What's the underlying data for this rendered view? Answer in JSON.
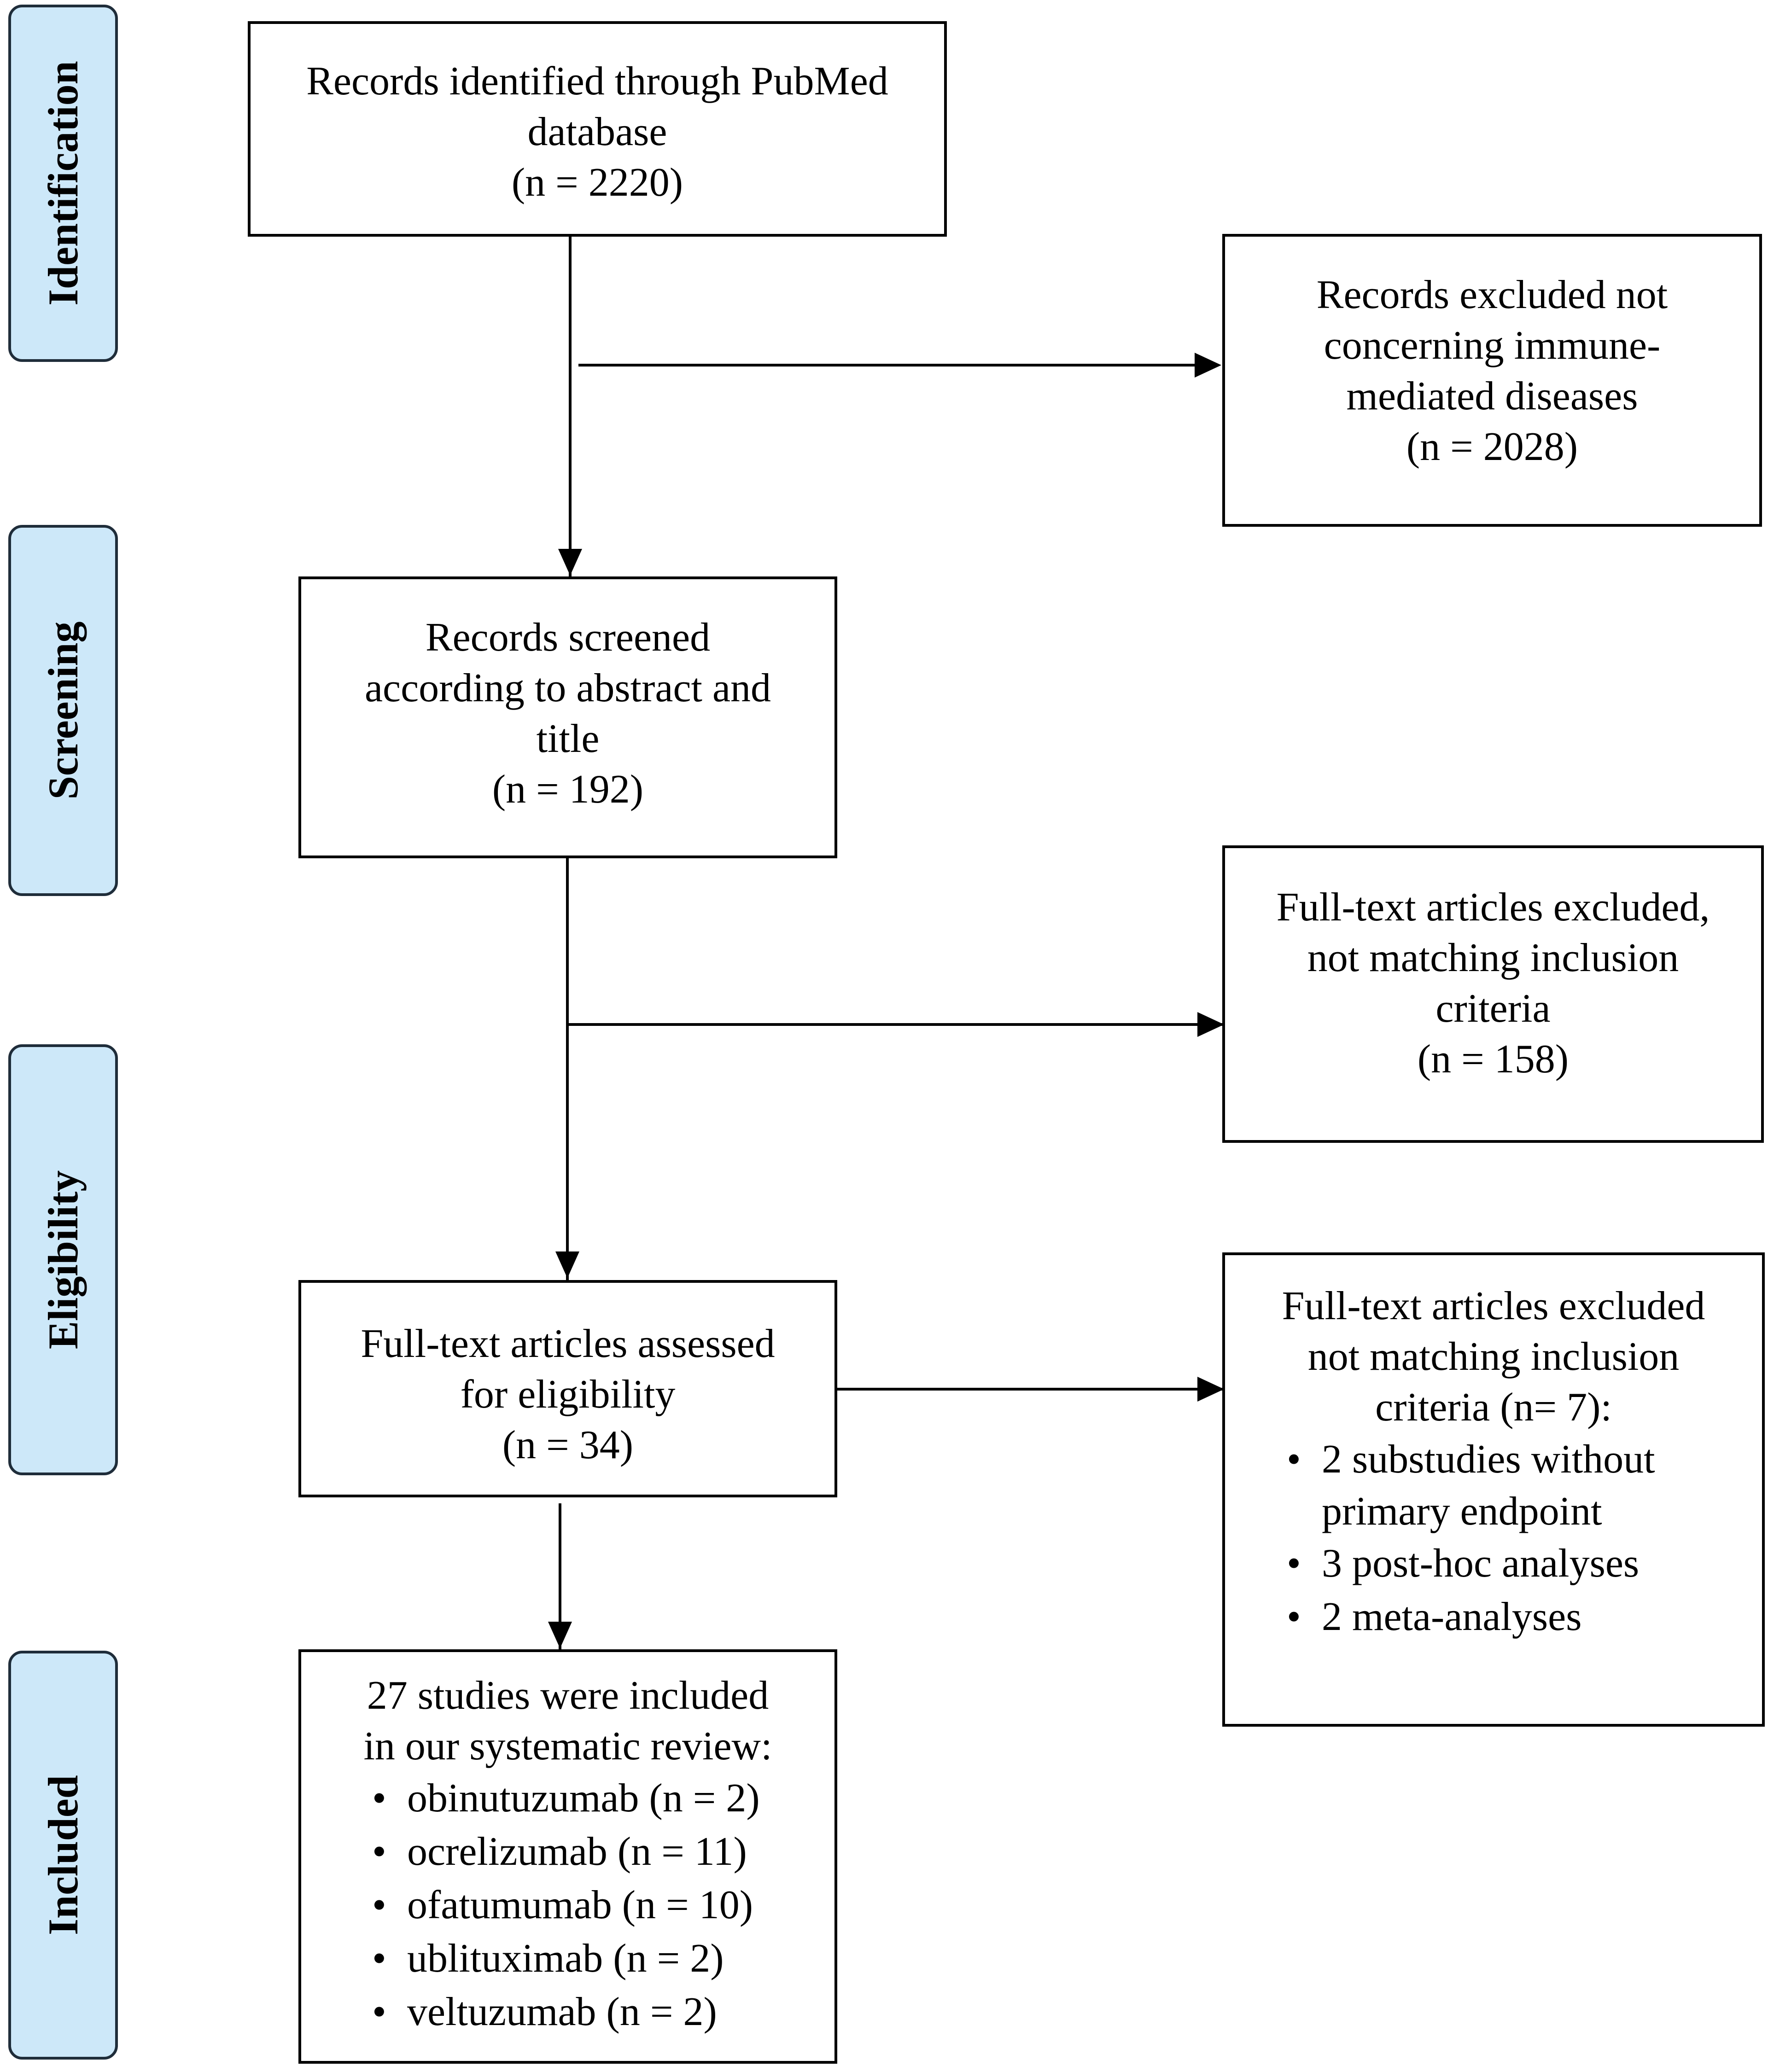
{
  "stages": {
    "identification": "Identification",
    "screening": "Screening",
    "eligibility": "Eligibility",
    "included": "Included"
  },
  "identified": {
    "line1": "Records identified through PubMed",
    "line2": "database",
    "count": "(n = 2220)"
  },
  "excluded_not_immune": {
    "line1": "Records excluded not",
    "line2": "concerning immune-",
    "line3": "mediated diseases",
    "count": "(n = 2028)"
  },
  "screened": {
    "line1": "Records screened",
    "line2": "according to abstract and",
    "line3": "title",
    "count": "(n = 192)"
  },
  "excluded_fulltext_1": {
    "line1": "Full-text articles excluded,",
    "line2": "not matching inclusion",
    "line3": "criteria",
    "count": "(n = 158)"
  },
  "assessed": {
    "line1": "Full-text articles assessed",
    "line2": "for eligibility",
    "count": "(n = 34)"
  },
  "excluded_fulltext_2": {
    "line1": "Full-text articles excluded",
    "line2": "not matching inclusion",
    "line3": "criteria (n= 7):",
    "items": [
      "2 substudies without",
      "primary endpoint",
      "3 post-hoc analyses",
      "2 meta-analyses"
    ]
  },
  "included": {
    "line1": "27 studies were included",
    "line2": "in our systematic review:",
    "items": [
      "obinutuzumab (n = 2)",
      "ocrelizumab (n = 11)",
      "ofatumumab (n = 10)",
      "ublituximab (n = 2)",
      "veltuzumab (n = 2)"
    ]
  },
  "bullet_glyph": "•",
  "colors": {
    "stage_fill": "#cde8f8",
    "stage_border": "#1f2d3a",
    "box_border": "#000000"
  }
}
